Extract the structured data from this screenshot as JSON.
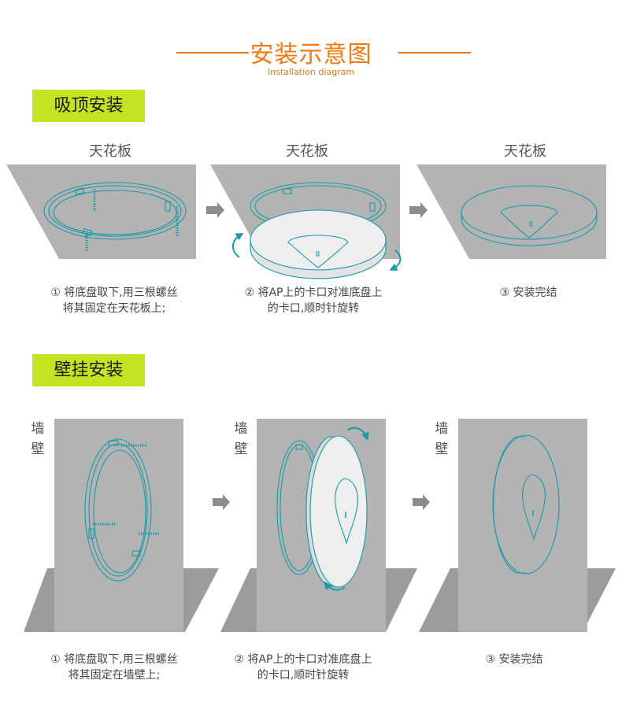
{
  "header": {
    "title": "安装示意图",
    "subtitle": "Installation diagram"
  },
  "ceiling": {
    "heading": "吸顶安装",
    "surface_label": "天花板",
    "steps": [
      {
        "line1": "① 将底盘取下,用三根螺丝",
        "line2": "将其固定在天花板上;"
      },
      {
        "line1": "② 将AP上的卡口对准底盘上",
        "line2": "的卡口,顺时针旋转"
      },
      {
        "line1": "③ 安装完结",
        "line2": ""
      }
    ]
  },
  "wall": {
    "heading": "壁挂安装",
    "surface_label_top": "墙",
    "surface_label_bottom": "壁",
    "steps": [
      {
        "line1": "① 将底盘取下,用三根螺丝",
        "line2": "将其固定在墙壁上;"
      },
      {
        "line1": "② 将AP上的卡口对准底盘上",
        "line2": "的卡口,顺时针旋转"
      },
      {
        "line1": "③ 安装完结",
        "line2": ""
      }
    ]
  },
  "colors": {
    "accent": "#f07a12",
    "badge": "#c5e323",
    "panel": "#b3b3b3",
    "line": "#1a9aa8",
    "arrow": "#8c8c8c"
  },
  "icons": [
    "arrow-right-icon",
    "rotate-arrow-icon"
  ]
}
